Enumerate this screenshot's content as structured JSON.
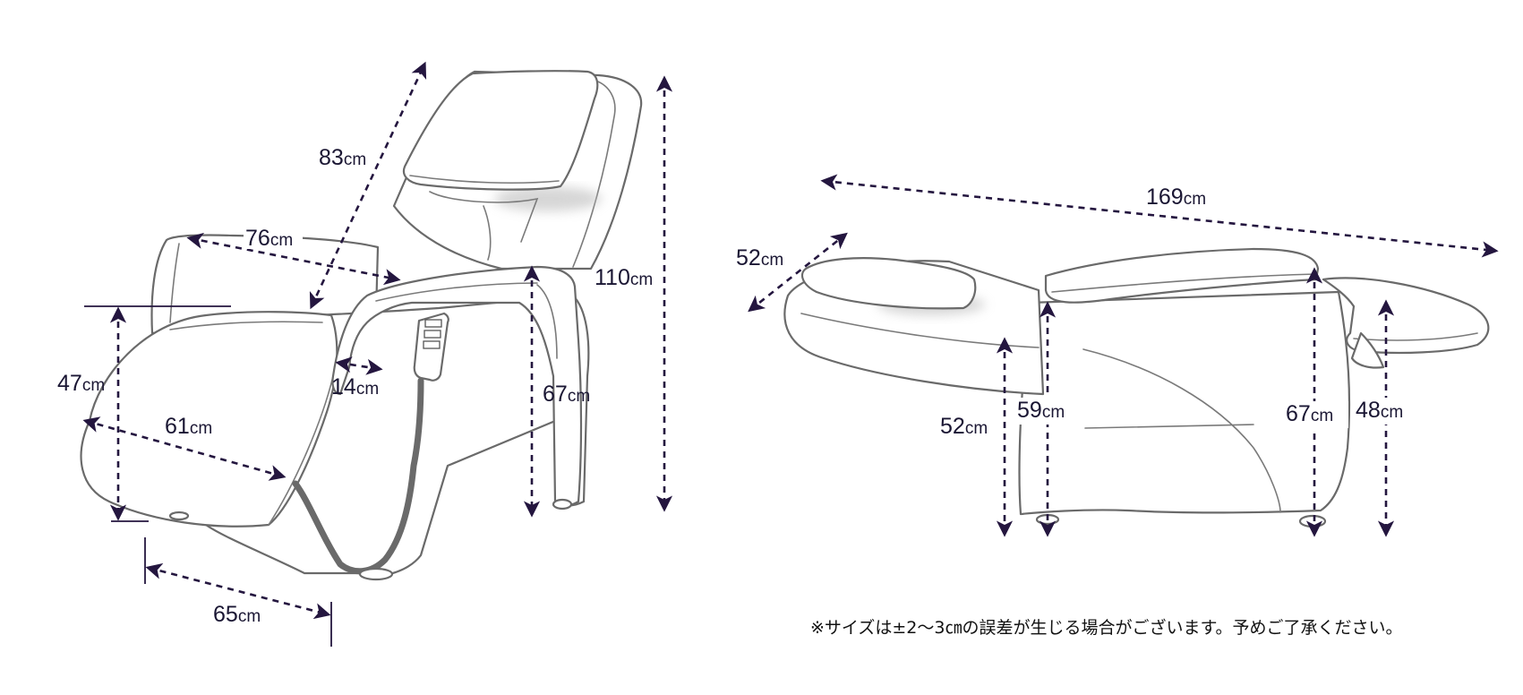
{
  "unit": "cm",
  "upright_view": {
    "dimensions": [
      {
        "id": "backrest-length",
        "value": "83"
      },
      {
        "id": "arm-width",
        "value": "76"
      },
      {
        "id": "overall-height",
        "value": "110"
      },
      {
        "id": "seat-height",
        "value": "47"
      },
      {
        "id": "armrest-height",
        "value": "67"
      },
      {
        "id": "arm-gap",
        "value": "14"
      },
      {
        "id": "seat-depth",
        "value": "61"
      },
      {
        "id": "base-depth",
        "value": "65"
      }
    ]
  },
  "reclined_view": {
    "dimensions": [
      {
        "id": "total-length",
        "value": "169"
      },
      {
        "id": "headrest-width",
        "value": "52"
      },
      {
        "id": "head-height",
        "value": "52"
      },
      {
        "id": "back-height",
        "value": "59"
      },
      {
        "id": "arm-height",
        "value": "67"
      },
      {
        "id": "leg-height",
        "value": "48"
      }
    ]
  },
  "note": "※サイズは±2〜3㎝の誤差が生じる場合がございます。予めご了承ください。"
}
